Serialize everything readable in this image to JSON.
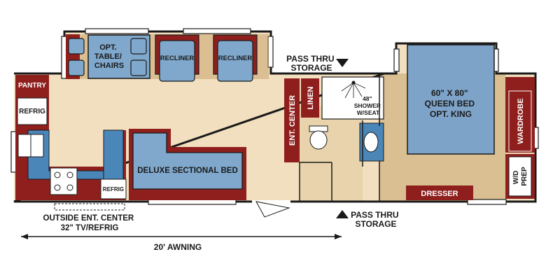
{
  "colors": {
    "floor": "#f1dfbf",
    "wall": "#1a1a1a",
    "maroon": "#8e1f1d",
    "blue": "#4a86b8",
    "blue_light": "#7fa8cc",
    "tan": "#c8a36e",
    "bed_blue": "#7ea3c8",
    "white": "#ffffff"
  },
  "labels": {
    "opt_table": [
      "OPT.",
      "TABLE/",
      "CHAIRS"
    ],
    "recliner_1": "RECLINER",
    "recliner_2": "RECLINER",
    "pass_thru_top": [
      "PASS THRU",
      "STORAGE"
    ],
    "pantry": "PANTRY",
    "refrig": "REFRIG",
    "ent_center": "ENT. CENTER",
    "linen": "LINEN",
    "shower": [
      "48\"",
      "SHOWER",
      "W/SEAT"
    ],
    "bed": [
      "60\" X 80\"",
      "QUEEN BED",
      "OPT. KING"
    ],
    "wardrobe": "WARDROBE",
    "wd_prep": [
      "W/D",
      "PREP"
    ],
    "sectional": "DELUXE SECTIONAL BED",
    "mini_refrig": "REFRIG",
    "dresser": "DRESSER",
    "outside_ent": [
      "OUTSIDE ENT. CENTER",
      "32\" TV/REFRIG"
    ],
    "pass_thru_bottom": [
      "PASS THRU",
      "STORAGE"
    ],
    "awning": "20' AWNING"
  },
  "icons": {
    "pass_thru_top_arrow": "down-triangle",
    "pass_thru_bottom_arrow": "up-triangle"
  }
}
